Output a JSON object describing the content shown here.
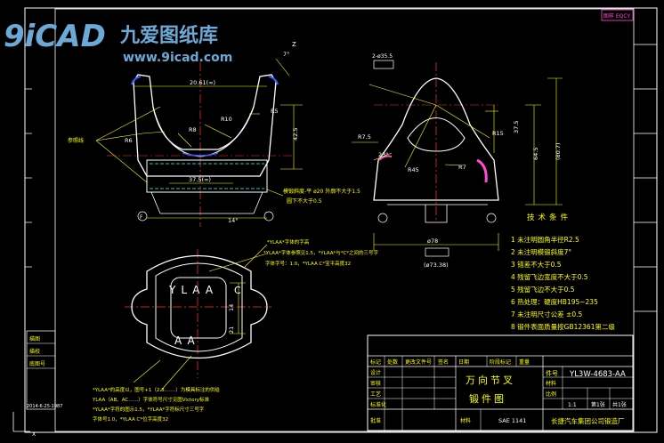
{
  "watermark": {
    "logo_text": "9iCAD",
    "brand": "九爱图纸库",
    "url": "www.9icad.com"
  },
  "drawing_code": "图样 EQCY",
  "dimensions": {
    "width_top": "20.61(∞)",
    "r10": "R10",
    "r5": "R5",
    "r8": "R8",
    "r6": "R6",
    "h42_5": "42.5",
    "w37_5": "37.5(∞)",
    "angle14": "14°",
    "datum_f": "F",
    "r7_5": "R7.5",
    "r15": "R15",
    "h37_5": "37.5",
    "h64_5": "64.5",
    "h80_7": "(80.7)",
    "r45": "R45",
    "r7": "R7",
    "deg23": "23°",
    "w78": "ø78",
    "w73_38": "(ø73.38)",
    "tol_top": "2-ø35.5",
    "angle7": "7°",
    "lbl_z": "Z"
  },
  "callouts": {
    "left_arrow": "参照线",
    "draft_note_1": "模锻斜度-平 ø20 外廓不大于1.5",
    "draft_note_2": "圆下不大于0.5",
    "mid_note_1": "*YLAA*字体的字高",
    "mid_note_2": "*YLAA*字体参照见1.5，*YLAA*与*C*之间的三号字",
    "mid_note_3": "字体字号：1.0，*YLAA  C*宝平高度32"
  },
  "section_marks": {
    "text_ylaa": "YLAA",
    "text_c": "C",
    "text_aa": "AA",
    "dim_14": "14",
    "dim_21": "21"
  },
  "bottom_notes": [
    "*YLAA*的高度以，图号+1（2.3.……）为模具标注的供给",
    "YLAA（AB、AC……）字体符号尺寸见图Victory标准",
    "*YLAA*字符的图示1.5，*YLAA*字符标尺寸三号字",
    "字体号1.0，*YLAA  C*位字高度32"
  ],
  "tech_req": {
    "title": "技术条件",
    "items": [
      "1  未注明圆角半径R2.5",
      "2  未注明模锻斜度7°",
      "3  错差不大于0.5",
      "4  残留飞边宽度不大于0.5",
      "5  残留飞边不大于0.5",
      "6  热处理：硬度HB195~235",
      "7  未注明尺寸公差 ±0.5",
      "8  锻件表面质量按GB12361第二级"
    ]
  },
  "left_strip": {
    "cell1": "描图",
    "cell2": "描校",
    "cell3": "底图号",
    "date": "2014-6-25-1987"
  },
  "title_block": {
    "part_name_1": "万向节叉",
    "part_name_2": "锻件图",
    "part_no": "YL3W-4683-AA",
    "material": "SAE 1141",
    "scale": "1:1",
    "sheet": "第1张",
    "company": "长捷汽车集团公司锻造厂",
    "hdr_change": "标记",
    "hdr_count": "处数",
    "hdr_file": "更改文件号",
    "hdr_sign": "签名",
    "hdr_date": "日期",
    "lbl_design": "设计",
    "lbl_check": "审核",
    "lbl_std": "标准化",
    "lbl_approve": "批准",
    "lbl_mat": "材料",
    "lbl_weight": "重量",
    "lbl_scale": "比例",
    "lbl_partno": "件号",
    "lbl_process": "工艺",
    "lbl_stage": "阶段标记",
    "lbl_total": "共1张"
  },
  "colors": {
    "background": "#000000",
    "frame": "#ffffff",
    "outline": "#ffffff",
    "dimension": "#ffff00",
    "center": "#ff3333",
    "hidden": "#00e5ff",
    "callout": "#ffff00",
    "magenta": "#ff4dd2",
    "blue": "#3b5bff",
    "cyan": "#33ffff",
    "watermark": "#6da9d6"
  }
}
